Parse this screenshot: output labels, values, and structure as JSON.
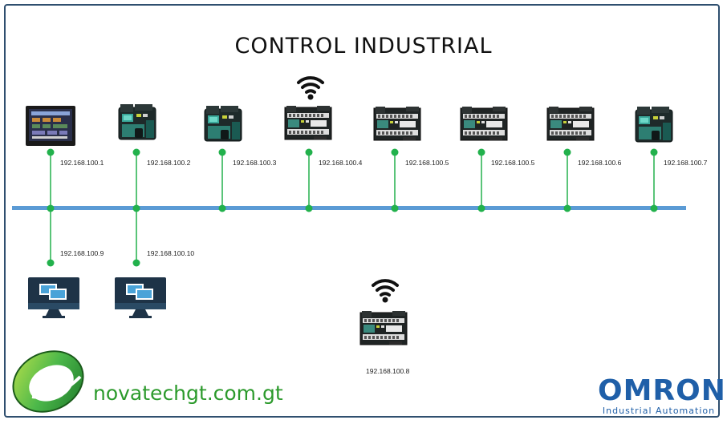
{
  "title": "CONTROL  INDUSTRIAL",
  "ips": {
    "hmi1": "192.168.100.1",
    "plc2": "192.168.100.2",
    "plc3": "192.168.100.3",
    "plc4": "192.168.100.4",
    "plc5a": "192.168.100.5",
    "plc5b": "192.168.100.5",
    "plc6": "192.168.100.6",
    "plc7": "192.168.100.7",
    "pc9": "192.168.100.9",
    "pc10": "192.168.100.10",
    "plc8": "192.168.100.8"
  },
  "brand": {
    "website": "novatechgt.com.gt"
  },
  "omron": {
    "name": "OMRON",
    "tagline": "Industrial Automation"
  },
  "colors": {
    "bus": "#5b9bd5",
    "node": "#22b14c",
    "brand_green": "#2c9a2c",
    "omron_blue": "#1f5fa8"
  },
  "icons": [
    "hmi-panel-icon",
    "plc-cpu-icon",
    "plc-io-icon",
    "wifi-icon",
    "monitor-icon"
  ]
}
